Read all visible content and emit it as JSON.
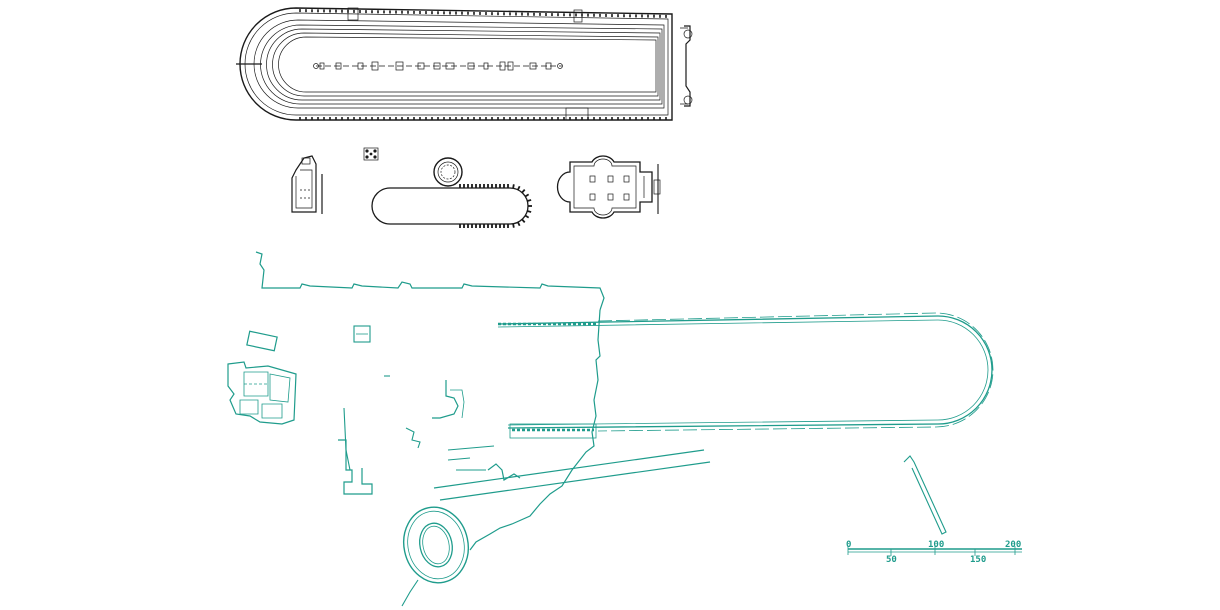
{
  "scale_bar": {
    "labels": [
      "0",
      "100",
      "200",
      "50",
      "150"
    ]
  },
  "colors": {
    "plan_lines": "#1a1a1a",
    "site_lines": "#1f9c8c",
    "background": "#ffffff"
  }
}
